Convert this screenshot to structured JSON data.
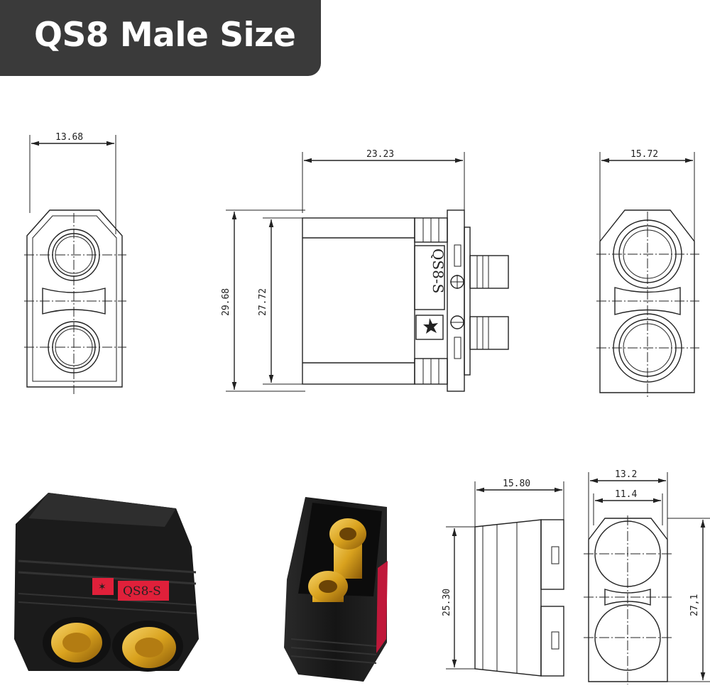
{
  "title": "QS8 Male Size",
  "dimensions": {
    "front_width": "13.68",
    "side_length": "23.23",
    "back_width": "15.72",
    "side_total_height": "29.68",
    "side_body_height": "27.72",
    "housing_label": "QS8-S",
    "lower_side_length": "15.80",
    "lower_side_height": "25.30",
    "lower_front_outer_width": "13.2",
    "lower_front_inner_width": "11.4",
    "lower_front_height": "27,1"
  },
  "photo_labels": {
    "plug_marking": "QS8-S"
  },
  "colors": {
    "title_bg": "#3a3a3a",
    "plug_body": "#1c1c1c",
    "label_red": "#e0203a",
    "gold": "#d9a21e"
  }
}
